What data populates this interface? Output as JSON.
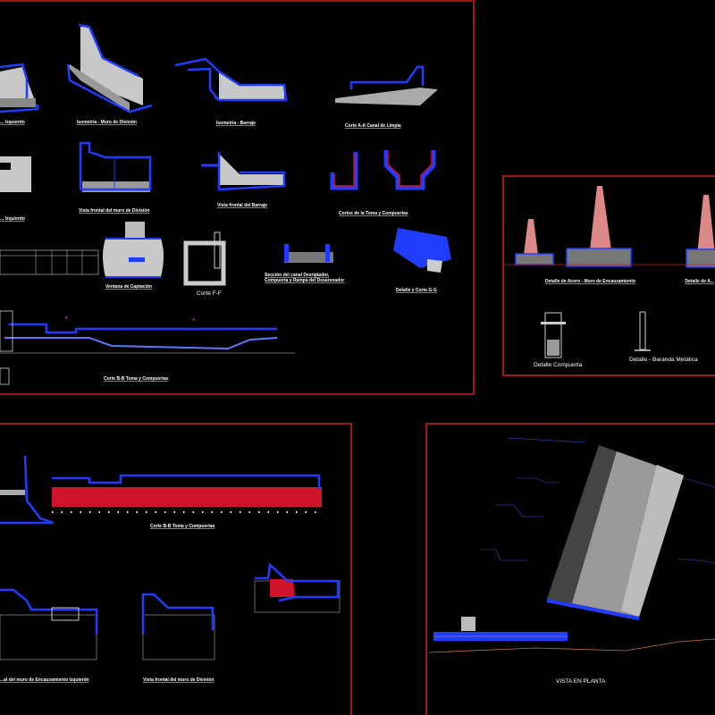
{
  "sheet": {
    "background": "#000000",
    "frame_color": "#9a1a1a",
    "accent_blue": "#1f3cff",
    "rebar_red": "#d0142a",
    "concrete_gray": "#c8c8c8"
  },
  "panel_top_left": {
    "labels": {
      "isometria_muro_izq": "... Izquierdo",
      "isometria_muro_division": "Isometría - Muro de División",
      "isometria_barraje": "Isometría - Barraje",
      "corte_aa": "Corte A-A Canal de Limpia",
      "vista_frontal_division": "Vista frontal del muro de División",
      "vista_frontal_barraje": "Vista frontal del Barraje",
      "cortes_toma": "Cortes de la Toma y Compuertas",
      "vista_izq": "... Izquierdo",
      "ventana_captacion": "Ventana de Captación",
      "corte_ff": "Corte F-F",
      "seccion_canal": "Sección del canal Desripiador,",
      "seccion_canal_2": "Compuerta y Rampa del Desarenador",
      "detalle_gg": "Detalle y Corte G-G",
      "corte_bb": "Corte B-B Toma y Compuertas"
    }
  },
  "panel_top_right": {
    "labels": {
      "detalle_acero": "Detalle de Acero - Muro de Encauzamiento",
      "detalle_acero_2": "Detalle de A...",
      "detalle_compuerta": "Detalle Compuerta",
      "detalle_baranda": "Detalle - Baranda Metálica"
    }
  },
  "panel_bottom_left": {
    "labels": {
      "corte_bb": "Corte B-B Toma y Compuertas",
      "vista_encauzamiento": "...al del muro de Encauzamiento Izquierdo",
      "vista_division": "Vista frontal del muro de División"
    }
  },
  "panel_bottom_right": {
    "labels": {
      "vista_planta": "VISTA EN PLANTA"
    }
  }
}
